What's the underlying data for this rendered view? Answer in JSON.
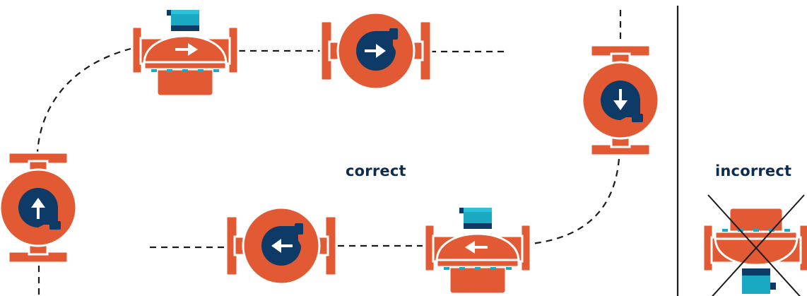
{
  "labels": {
    "correct": "correct",
    "incorrect": "incorrect"
  },
  "colors": {
    "pump_body": "#e15a34",
    "pump_outline": "#ffffff",
    "impeller_housing": "#0d3a66",
    "motor_box": "#1aa9c2",
    "motor_cap": "#0d3a66",
    "bolt": "#1aa9c2",
    "pipe_line": "#1a1a1a",
    "divider": "#1a1a1a",
    "label_text": "#0d2d4f"
  },
  "pumps": [
    {
      "id": "top-inline-pump",
      "view": "side-motor",
      "flow_direction": "right",
      "group": "correct"
    },
    {
      "id": "top-round-pump",
      "view": "round",
      "flow_direction": "right",
      "group": "correct"
    },
    {
      "id": "right-round-pump",
      "view": "round",
      "flow_direction": "down",
      "group": "correct"
    },
    {
      "id": "left-round-pump",
      "view": "round",
      "flow_direction": "up",
      "group": "correct"
    },
    {
      "id": "bottom-round-pump",
      "view": "round",
      "flow_direction": "left",
      "group": "correct"
    },
    {
      "id": "bottom-inline-pump",
      "view": "side-motor",
      "flow_direction": "left",
      "group": "correct"
    },
    {
      "id": "crossed-pump",
      "view": "motor-down",
      "flow_direction": "none",
      "group": "incorrect"
    }
  ]
}
